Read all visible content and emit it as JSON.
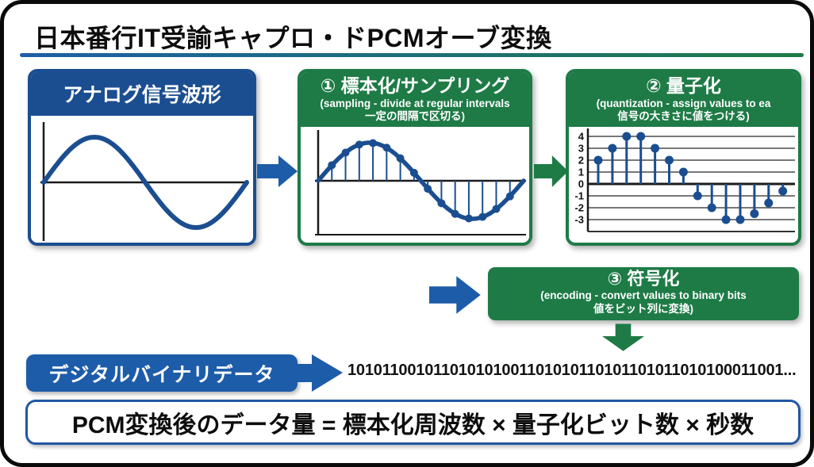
{
  "title": "日本番行IT受諭キャプロ・ドPCMオーブ変換",
  "colors": {
    "navy": "#1b4e90",
    "blue": "#1d5ca8",
    "green": "#1e7b46",
    "axis": "#1a1a1a",
    "grid": "#4a4a4a",
    "text_dark": "#0d0d0d",
    "divider_left": "#1d5fa8",
    "divider_right": "#1e7b46"
  },
  "flow": {
    "analog": {
      "title": "アナログ信号波形"
    },
    "step1": {
      "heading": "① 標本化/サンプリング",
      "sub_en": "(sampling - divide at regular intervals",
      "sub_ja": "一定の間隔で区切る)"
    },
    "step2": {
      "heading": "② 量子化",
      "sub_en": "(quantization - assign values to ea",
      "sub_ja": "信号の大きさに値をつける)"
    },
    "step3": {
      "heading": "③ 符号化",
      "sub_en": "(encoding - convert values to binary bits",
      "sub_ja": "値をビット列に変換)"
    }
  },
  "output": {
    "label": "デジタルバイナリデータ",
    "binary": "101011001011010101001101010110101101011010100011001..."
  },
  "formula": "PCM変換後のデータ量 = 標本化周波数 × 量子化ビット数 × 秒数",
  "chart_data": [
    {
      "id": "analog-wave",
      "type": "line",
      "title": "アナログ信号波形",
      "wave": "sine",
      "periods": 1,
      "amplitude": 1,
      "axes": [
        "y-axis",
        "zero-line"
      ],
      "grid": false
    },
    {
      "id": "sampled-wave",
      "type": "line",
      "stems": true,
      "wave": "sine",
      "periods": 1,
      "sample_count": 14,
      "sample_values": [
        0.41,
        0.74,
        0.95,
        0.99,
        0.87,
        0.59,
        0.21,
        -0.21,
        -0.59,
        -0.87,
        -0.99,
        -0.95,
        -0.74,
        -0.41
      ],
      "axes": [
        "y-axis",
        "zero-line",
        "bottom-line"
      ],
      "grid": false
    },
    {
      "id": "quantized",
      "type": "stem",
      "values": [
        2,
        3,
        4,
        4,
        3,
        2,
        1,
        -1,
        -2,
        -3,
        -3,
        -2.5,
        -1.6,
        -0.6
      ],
      "ytick_labels": [
        4,
        3,
        2,
        1,
        0,
        -1,
        -2,
        -3
      ],
      "ylim": [
        -4,
        5
      ],
      "grid": true,
      "legend": false
    }
  ]
}
